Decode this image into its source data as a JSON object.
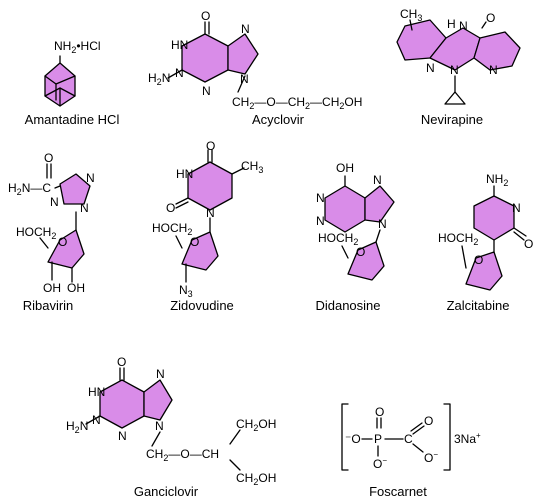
{
  "colors": {
    "ring_fill": "#d98ce8",
    "stroke": "#000000",
    "background": "#ffffff"
  },
  "molecules": [
    {
      "name": "Amantadine HCl",
      "salt": "NH2•HCl"
    },
    {
      "name": "Acyclovir",
      "side_chain": "CH2—O—CH2—CH2OH"
    },
    {
      "name": "Nevirapine",
      "substituent": "CH3"
    },
    {
      "name": "Ribavirin",
      "amide": "H2N—C",
      "sugar": "HOCH2"
    },
    {
      "name": "Zidovudine",
      "substituent": "CH3",
      "sugar": "HOCH2",
      "azide": "N3"
    },
    {
      "name": "Didanosine",
      "substituent": "OH",
      "sugar": "HOCH2"
    },
    {
      "name": "Zalcitabine",
      "substituent": "NH2",
      "sugar": "HOCH2"
    },
    {
      "name": "Ganciclovir",
      "side_chain": "CH2—O—CH",
      "branch_top": "CH2OH",
      "branch_bottom": "CH2OH"
    },
    {
      "name": "Foscarnet",
      "counter_ion": "3Na+"
    }
  ]
}
